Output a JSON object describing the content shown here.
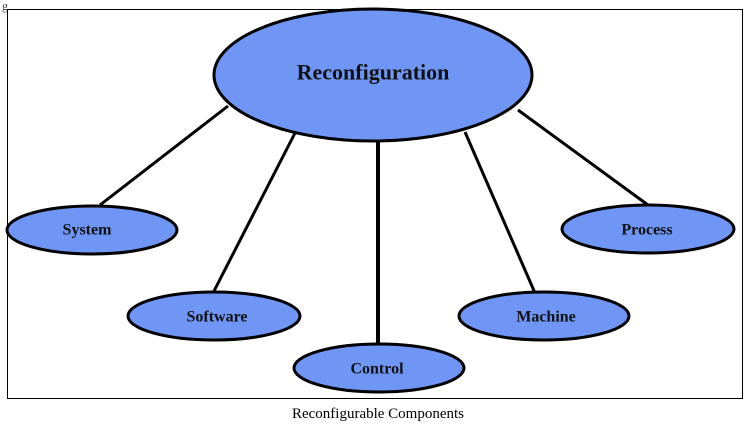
{
  "diagram": {
    "root": {
      "label": "Reconfiguration"
    },
    "children": [
      {
        "label": "System"
      },
      {
        "label": "Software"
      },
      {
        "label": "Control"
      },
      {
        "label": "Machine"
      },
      {
        "label": "Process"
      }
    ],
    "node_fill_color": "#6f96f5",
    "line_color": "#000000"
  },
  "caption": "Reconfigurable Components",
  "corner_mark": "g"
}
